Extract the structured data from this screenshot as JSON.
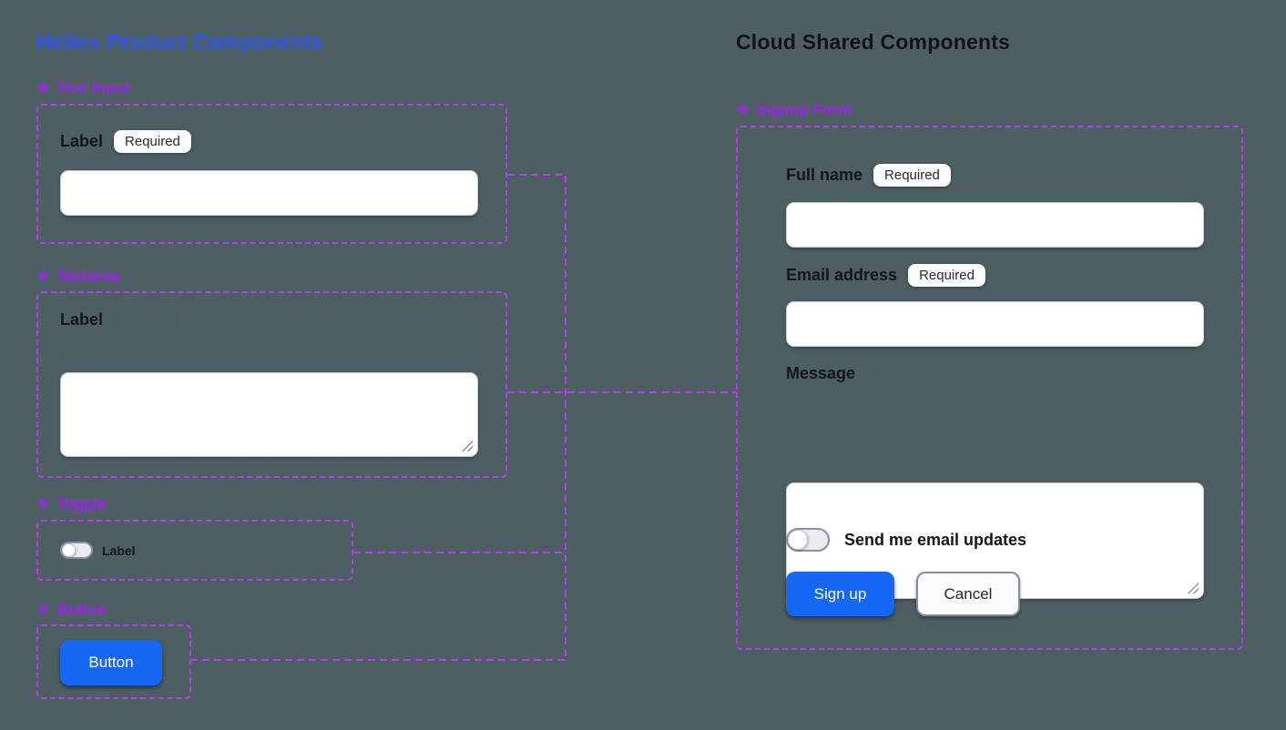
{
  "colors": {
    "canvas_background": "#4d5f63",
    "frame_outline_purple": "#b93cf3",
    "section_header_purple": "#9e20f0",
    "left_title_blue": "#2e55f0",
    "primary_button_blue": "#1567f4",
    "label_text": "#15161b",
    "muted_text": "#505a64"
  },
  "icons": {
    "component_icon": "❖"
  },
  "left": {
    "title": "Helios Product Components",
    "text_input": {
      "section": "Text Input",
      "label": "Label",
      "badge": "Required",
      "value": ""
    },
    "textarea": {
      "section": "Textarea",
      "label": "Label",
      "optional": "(Optional)",
      "helper": "Helper text",
      "value": ""
    },
    "toggle": {
      "section": "Toggle",
      "label": "Label",
      "state": "off"
    },
    "button": {
      "section": "Button",
      "label": "Button"
    }
  },
  "right": {
    "title": "Cloud Shared Components",
    "signup_form": {
      "section": "Signup Form",
      "full_name": {
        "label": "Full name",
        "badge": "Required",
        "value": ""
      },
      "email": {
        "label": "Email address",
        "badge": "Required",
        "value": ""
      },
      "message": {
        "label": "Message",
        "optional": "(Optional)",
        "value": ""
      },
      "email_updates": {
        "label": "Send me email updates",
        "state": "off"
      },
      "signup_button": "Sign up",
      "cancel_button": "Cancel"
    }
  }
}
